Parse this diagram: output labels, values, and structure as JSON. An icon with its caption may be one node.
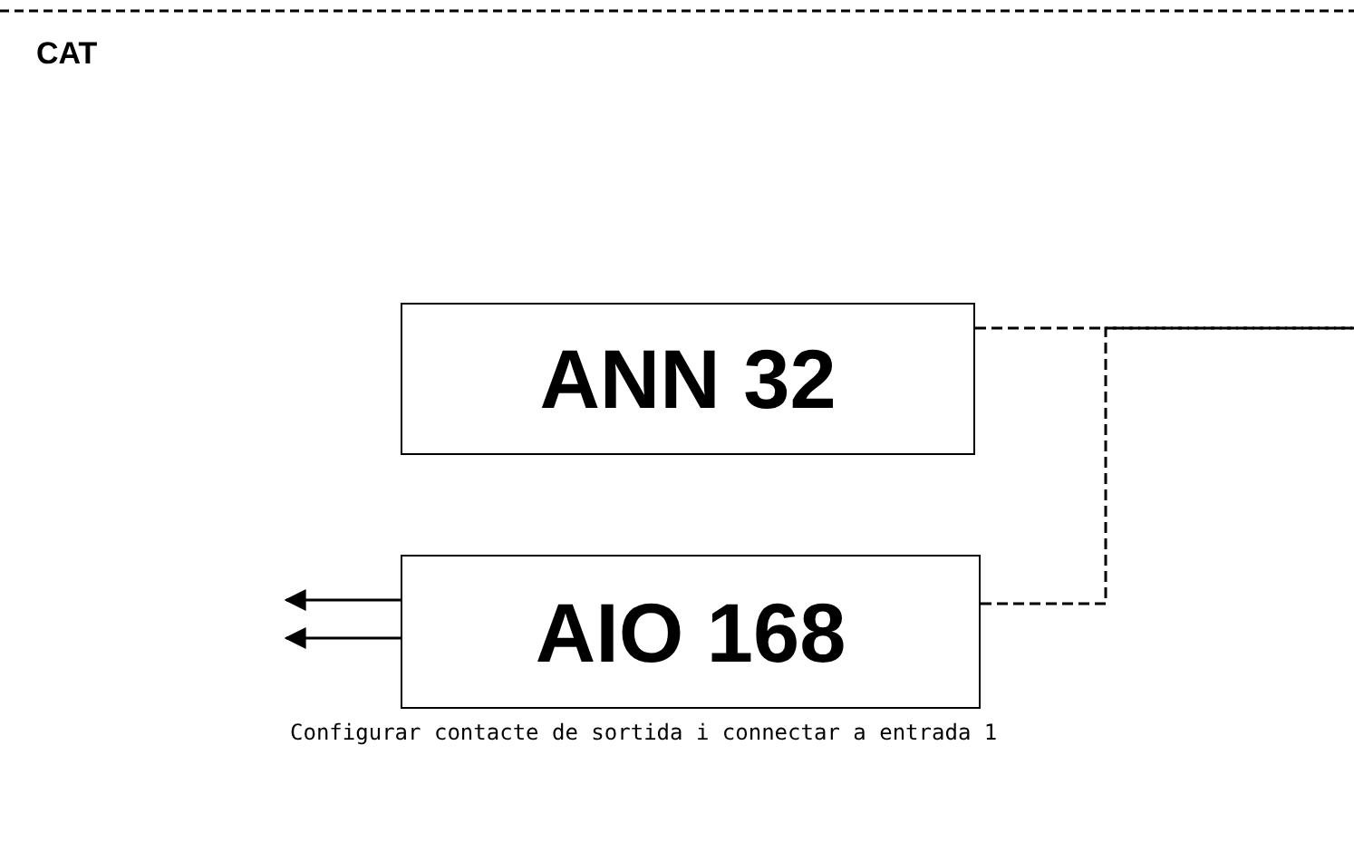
{
  "diagram": {
    "title": "CAT",
    "nodes": [
      {
        "text": [
          "ANN 32"
        ]
      },
      {
        "text": [
          "AIO 168"
        ]
      }
    ],
    "edges": [
      {
        "from": 0,
        "to": null,
        "arrow": "none",
        "style": "dashed"
      },
      {
        "from": 1,
        "to": null,
        "arrow": "none",
        "style": "dashed"
      },
      {
        "from": 1,
        "to": null,
        "arrow": "to"
      },
      {
        "from": 1,
        "to": null,
        "arrow": "to"
      }
    ],
    "labels": [
      "Configurar contacte de sortida i connectar a entrada 1"
    ]
  }
}
